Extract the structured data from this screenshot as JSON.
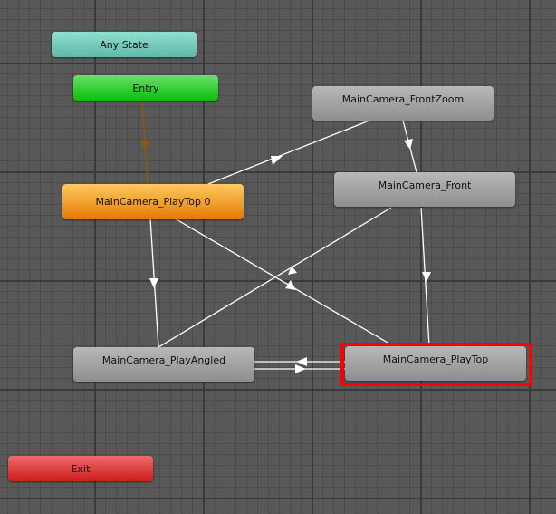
{
  "nodes": {
    "any_state": "Any State",
    "entry": "Entry",
    "playtop0": "MainCamera_PlayTop 0",
    "frontzoom": "MainCamera_FrontZoom",
    "front": "MainCamera_Front",
    "playangled": "MainCamera_PlayAngled",
    "playtop": "MainCamera_PlayTop",
    "exit": "Exit"
  },
  "selected_node": "MainCamera_PlayTop",
  "colors": {
    "any_state": "#7fcfc0",
    "entry": "#12c012",
    "default_state": "#f39c1a",
    "state": "#a0a0a0",
    "exit": "#dd3333",
    "selection": "#ff0000",
    "default_transition": "#8a5a10",
    "transition": "#ffffff"
  }
}
